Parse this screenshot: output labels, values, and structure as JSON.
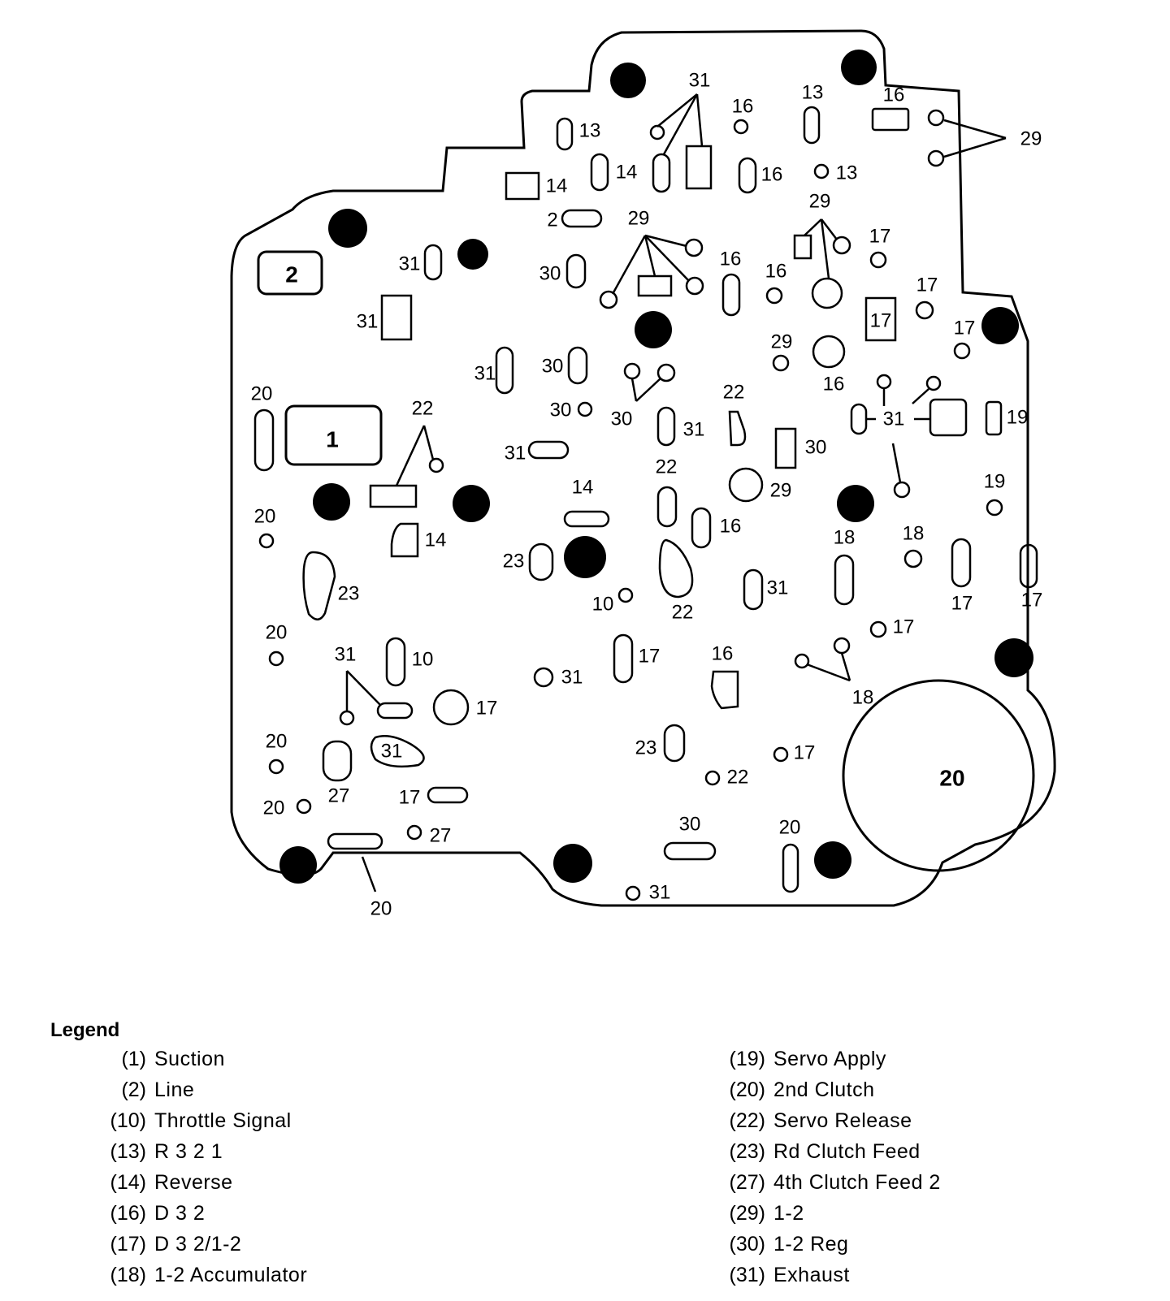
{
  "diagram": {
    "callouts": {
      "c1": "1",
      "c2": "2",
      "c10": "10",
      "c13": "13",
      "c14": "14",
      "c16": "16",
      "c17": "17",
      "c18": "18",
      "c19": "19",
      "c20": "20",
      "c22": "22",
      "c23": "23",
      "c27": "27",
      "c29": "29",
      "c30": "30",
      "c31": "31"
    }
  },
  "legend": {
    "title": "Legend",
    "left": [
      {
        "num": "(1)",
        "label": "Suction"
      },
      {
        "num": "(2)",
        "label": "Line"
      },
      {
        "num": "(10)",
        "label": "Throttle Signal"
      },
      {
        "num": "(13)",
        "label": "R 3 2 1"
      },
      {
        "num": "(14)",
        "label": "Reverse"
      },
      {
        "num": "(16)",
        "label": "D 3 2"
      },
      {
        "num": "(17)",
        "label": "D 3 2/1-2"
      },
      {
        "num": "(18)",
        "label": "1-2 Accumulator"
      }
    ],
    "right": [
      {
        "num": "(19)",
        "label": "Servo Apply"
      },
      {
        "num": "(20)",
        "label": "2nd Clutch"
      },
      {
        "num": "(22)",
        "label": "Servo Release"
      },
      {
        "num": "(23)",
        "label": "Rd Clutch Feed"
      },
      {
        "num": "(27)",
        "label": "4th Clutch Feed 2"
      },
      {
        "num": "(29)",
        "label": "1-2"
      },
      {
        "num": "(30)",
        "label": "1-2 Reg"
      },
      {
        "num": "(31)",
        "label": "Exhaust"
      }
    ]
  }
}
